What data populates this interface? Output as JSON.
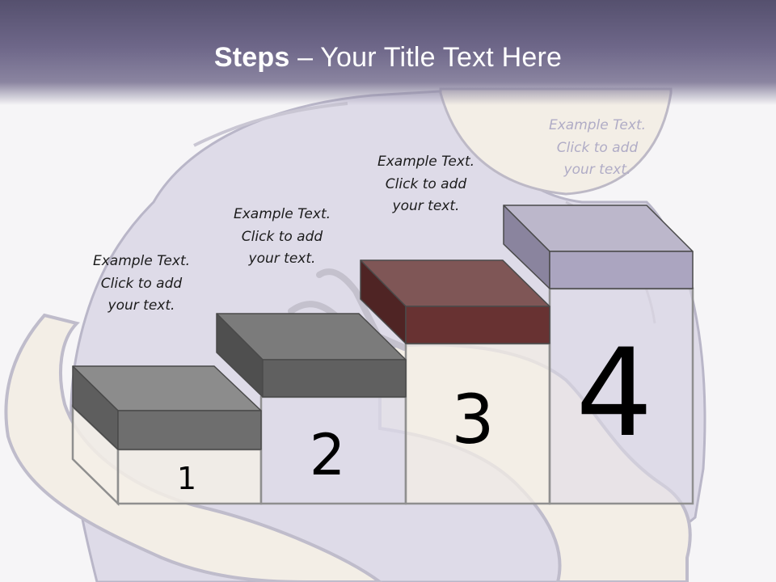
{
  "slide": {
    "title_strong": "Steps",
    "title_rest": " – Your Title Text Here"
  },
  "steps": [
    {
      "number": "1",
      "text_lines": [
        "Example Text.",
        "Click  to add",
        "your text."
      ],
      "top_color": "#8c8c8c",
      "front_color": "#6e6e6e",
      "side_color": "#5e5e5e"
    },
    {
      "number": "2",
      "text_lines": [
        "Example Text.",
        "Click  to add",
        "your text."
      ],
      "top_color": "#7b7b7b",
      "front_color": "#606060",
      "side_color": "#4f4f4f"
    },
    {
      "number": "3",
      "text_lines": [
        "Example Text.",
        "Click  to add",
        "your text."
      ],
      "top_color": "#7f5656",
      "front_color": "#683232",
      "side_color": "#4f2424"
    },
    {
      "number": "4",
      "text_lines": [
        "Example Text.",
        "Click  to add",
        "your text."
      ],
      "top_color": "#bcb7cb",
      "front_color": "#aba5c0",
      "side_color": "#8a849e"
    }
  ],
  "colors": {
    "header": "#6e6789",
    "background": "#f6f5f7",
    "figure_shirt": "#dedbe8",
    "figure_skin": "#f3eee6"
  }
}
